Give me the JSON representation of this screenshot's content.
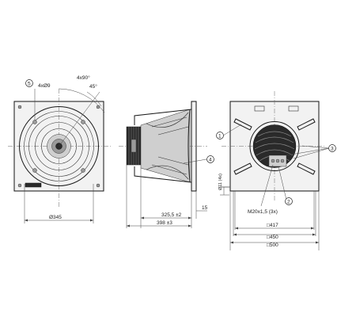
{
  "callouts": {
    "c1": "1",
    "c2": "2",
    "c3": "3",
    "c4": "4",
    "c5": "5"
  },
  "front_view": {
    "holes_label": "4xØ9",
    "angle_label": "4x90°",
    "angle2_label": "45°",
    "diameter_label": "Ø345"
  },
  "side_view": {
    "depth1_label": "325,5 ±2",
    "depth2_label": "398 ±3",
    "plate_label": "15",
    "hole_label": "Ø11 (4x)"
  },
  "rear_view": {
    "thread_label": "M20x1,5 (3x)",
    "dim1_label": "□417",
    "dim2_label": "□450",
    "dim3_label": "□500"
  }
}
